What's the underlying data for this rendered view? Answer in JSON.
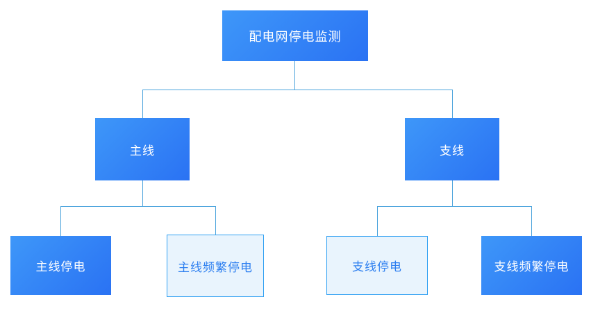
{
  "diagram": {
    "title_node": {
      "label": "配电网停电监测"
    },
    "level2": [
      {
        "label": "主线"
      },
      {
        "label": "支线"
      }
    ],
    "level3": [
      {
        "label": "主线停电",
        "variant": "solid"
      },
      {
        "label": "主线频繁停电",
        "variant": "light"
      },
      {
        "label": "支线停电",
        "variant": "light"
      },
      {
        "label": "支线频繁停电",
        "variant": "solid"
      }
    ],
    "colors": {
      "node_gradient_start": "#3e97f9",
      "node_gradient_end": "#2a72f3",
      "light_bg": "#e9f4fd",
      "light_border": "#2e9ff2",
      "light_text": "#2d7ff0",
      "connector": "#4aa3dc"
    }
  }
}
